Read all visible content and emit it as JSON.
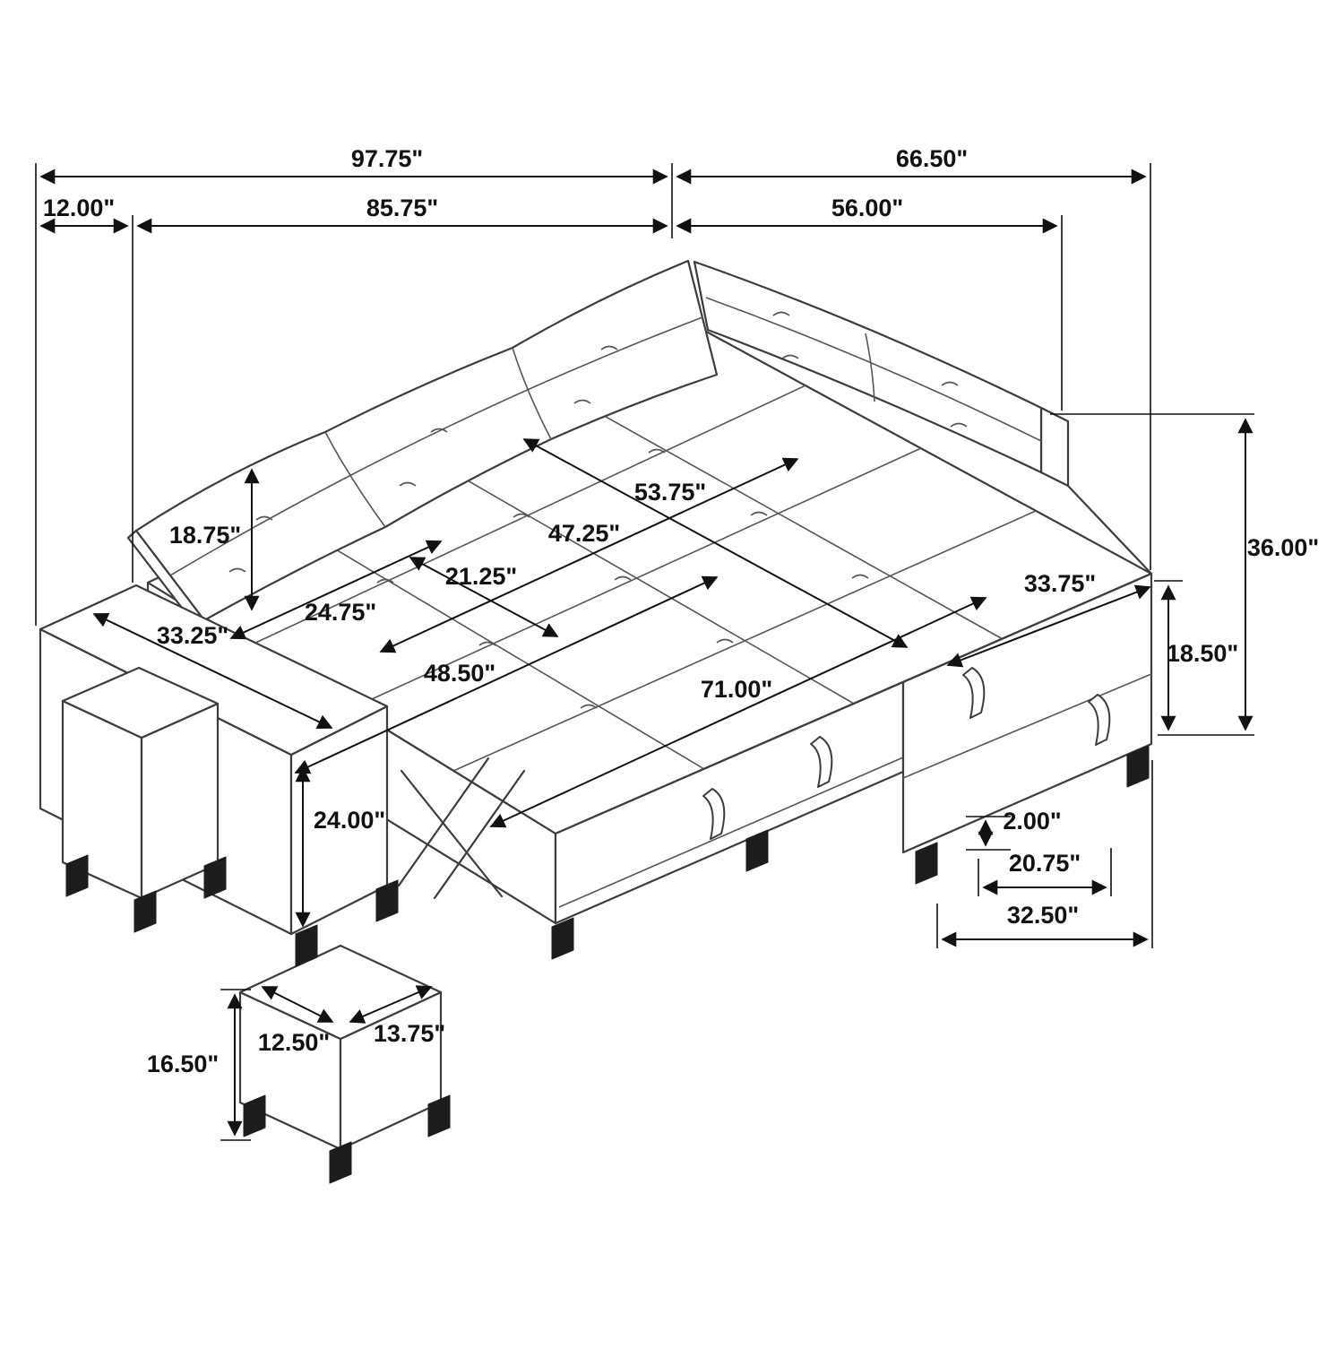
{
  "diagram": {
    "subject": "sectional-sleeper-sofa-with-ottomans-dimension-diagram",
    "unit": "inches",
    "dimensions": {
      "overall_width": "97.75\"",
      "overall_depth": "66.50\"",
      "arm_width": "12.00\"",
      "interior_width": "85.75\"",
      "chaise_inner_depth": "56.00\"",
      "back_cushion_height": "18.75\"",
      "bed_depth_outer": "53.75\"",
      "bed_depth_inner": "47.25\"",
      "seat_depth_short": "21.25\"",
      "seat_width_small": "24.75\"",
      "console_depth": "33.25\"",
      "bed_width_inner": "48.50\"",
      "bed_length": "71.00\"",
      "chaise_seat_width": "33.75\"",
      "back_height": "36.00\"",
      "seat_height": "18.50\"",
      "arm_height": "24.00\"",
      "leg_height": "2.00\"",
      "storage_inner_width": "20.75\"",
      "chaise_base_width": "32.50\"",
      "ottoman_height": "16.50\"",
      "ottoman_depth": "12.50\"",
      "ottoman_width": "13.75\""
    }
  }
}
